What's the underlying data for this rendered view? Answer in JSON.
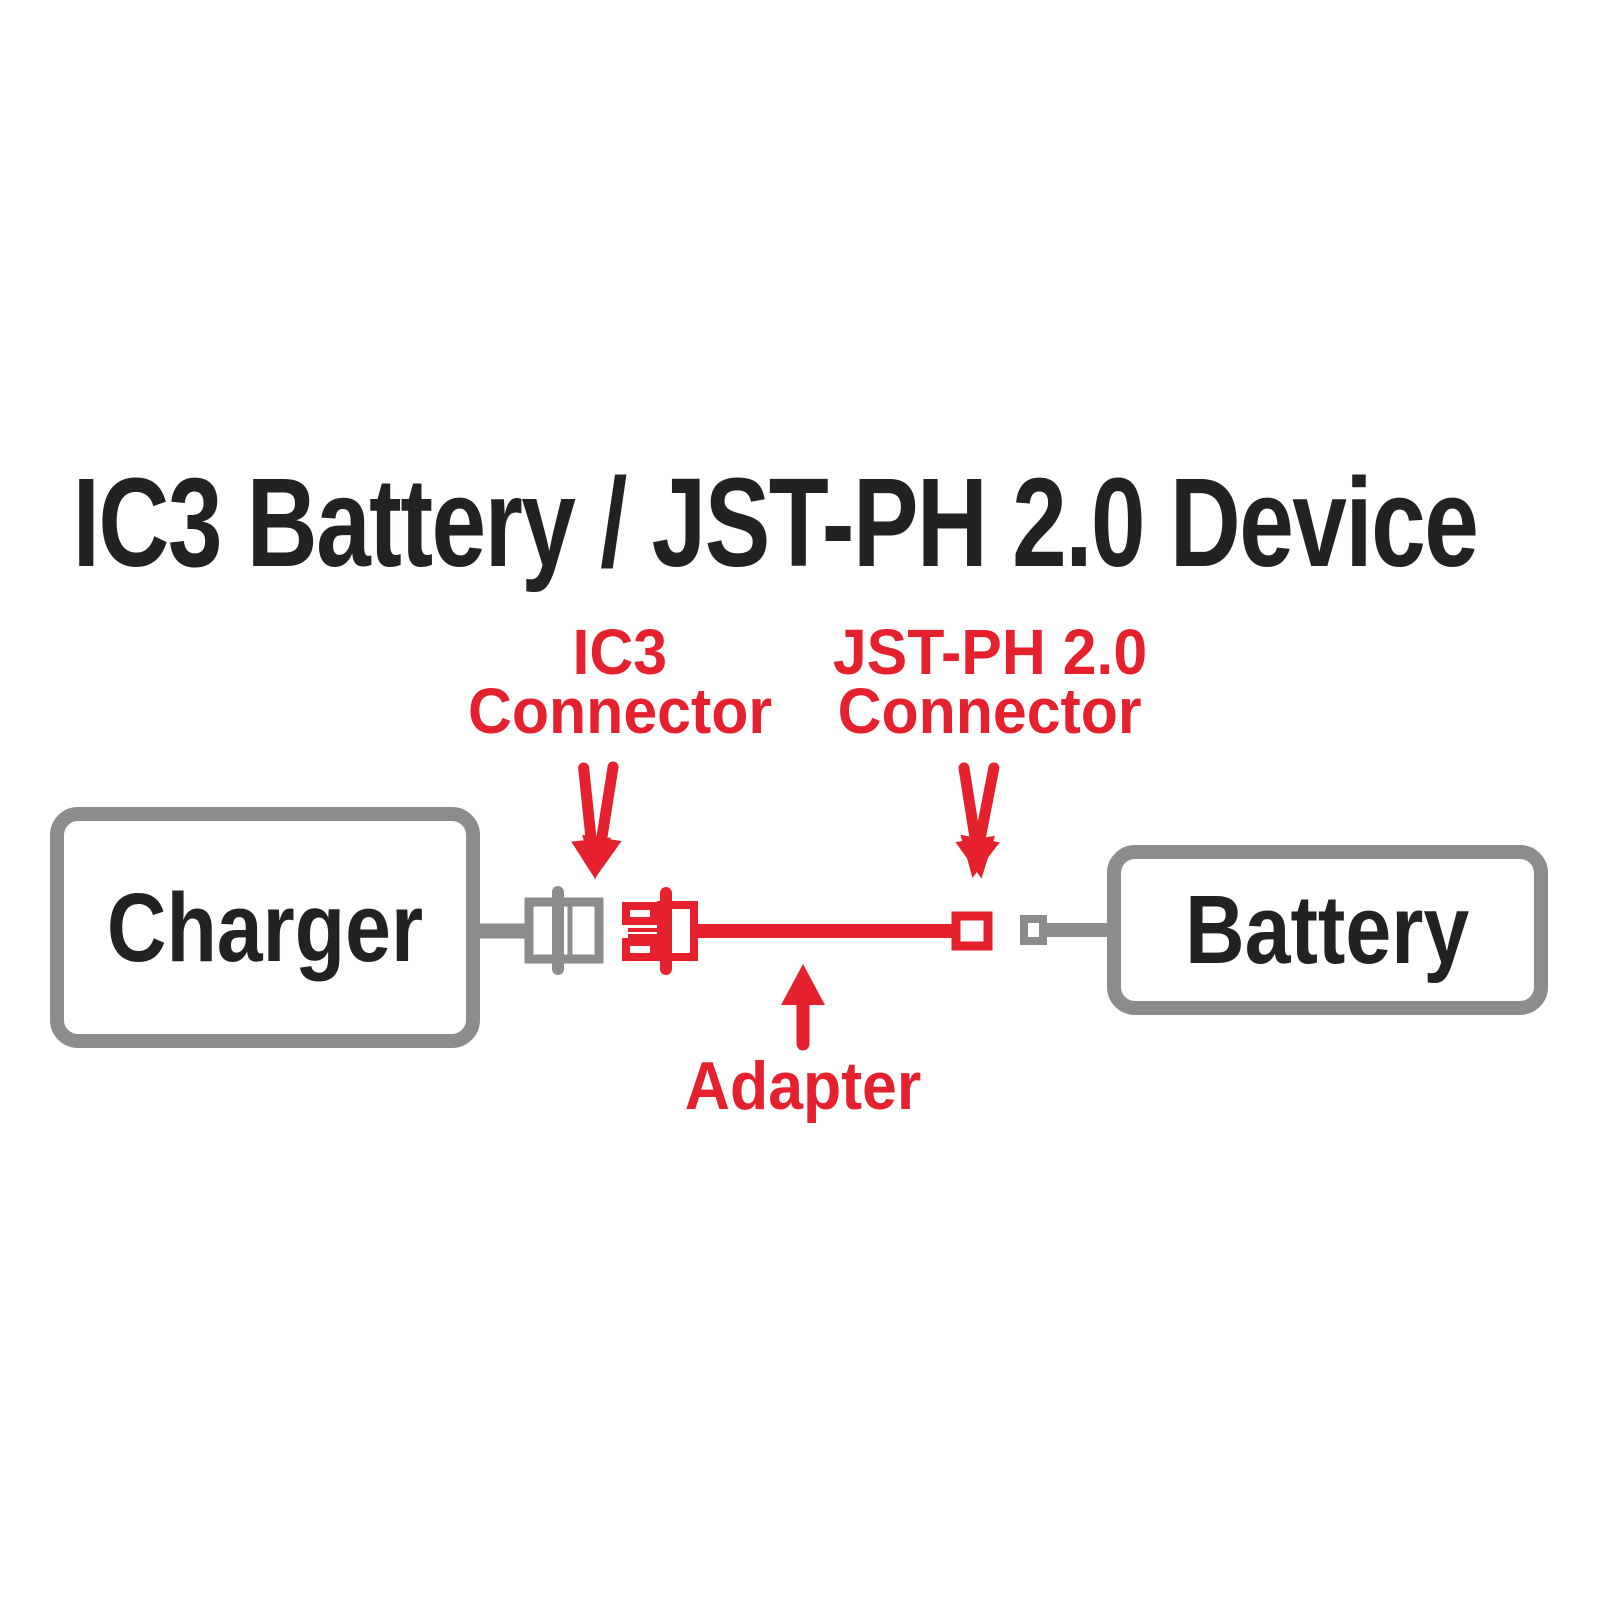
{
  "title": "IC3 Battery / JST-PH 2.0 Device",
  "colors": {
    "red": "#E4212C",
    "gray": "#8A8C8E",
    "ink": "#242122",
    "bg": "#FFFFFF"
  },
  "labels": {
    "ic3_connector": {
      "line1": "IC3",
      "line2": "Connector"
    },
    "jst_connector": {
      "line1": "JST-PH 2.0",
      "line2": "Connector"
    },
    "adapter": "Adapter"
  },
  "nodes": {
    "charger": "Charger",
    "battery": "Battery"
  },
  "icons": [
    "down-arrow-icon",
    "up-arrow-icon",
    "ic3-gray-connector-icon",
    "ic3-red-connector-icon",
    "jst-ph-red-connector-icon",
    "jst-ph-gray-connector-icon",
    "wire-line"
  ]
}
